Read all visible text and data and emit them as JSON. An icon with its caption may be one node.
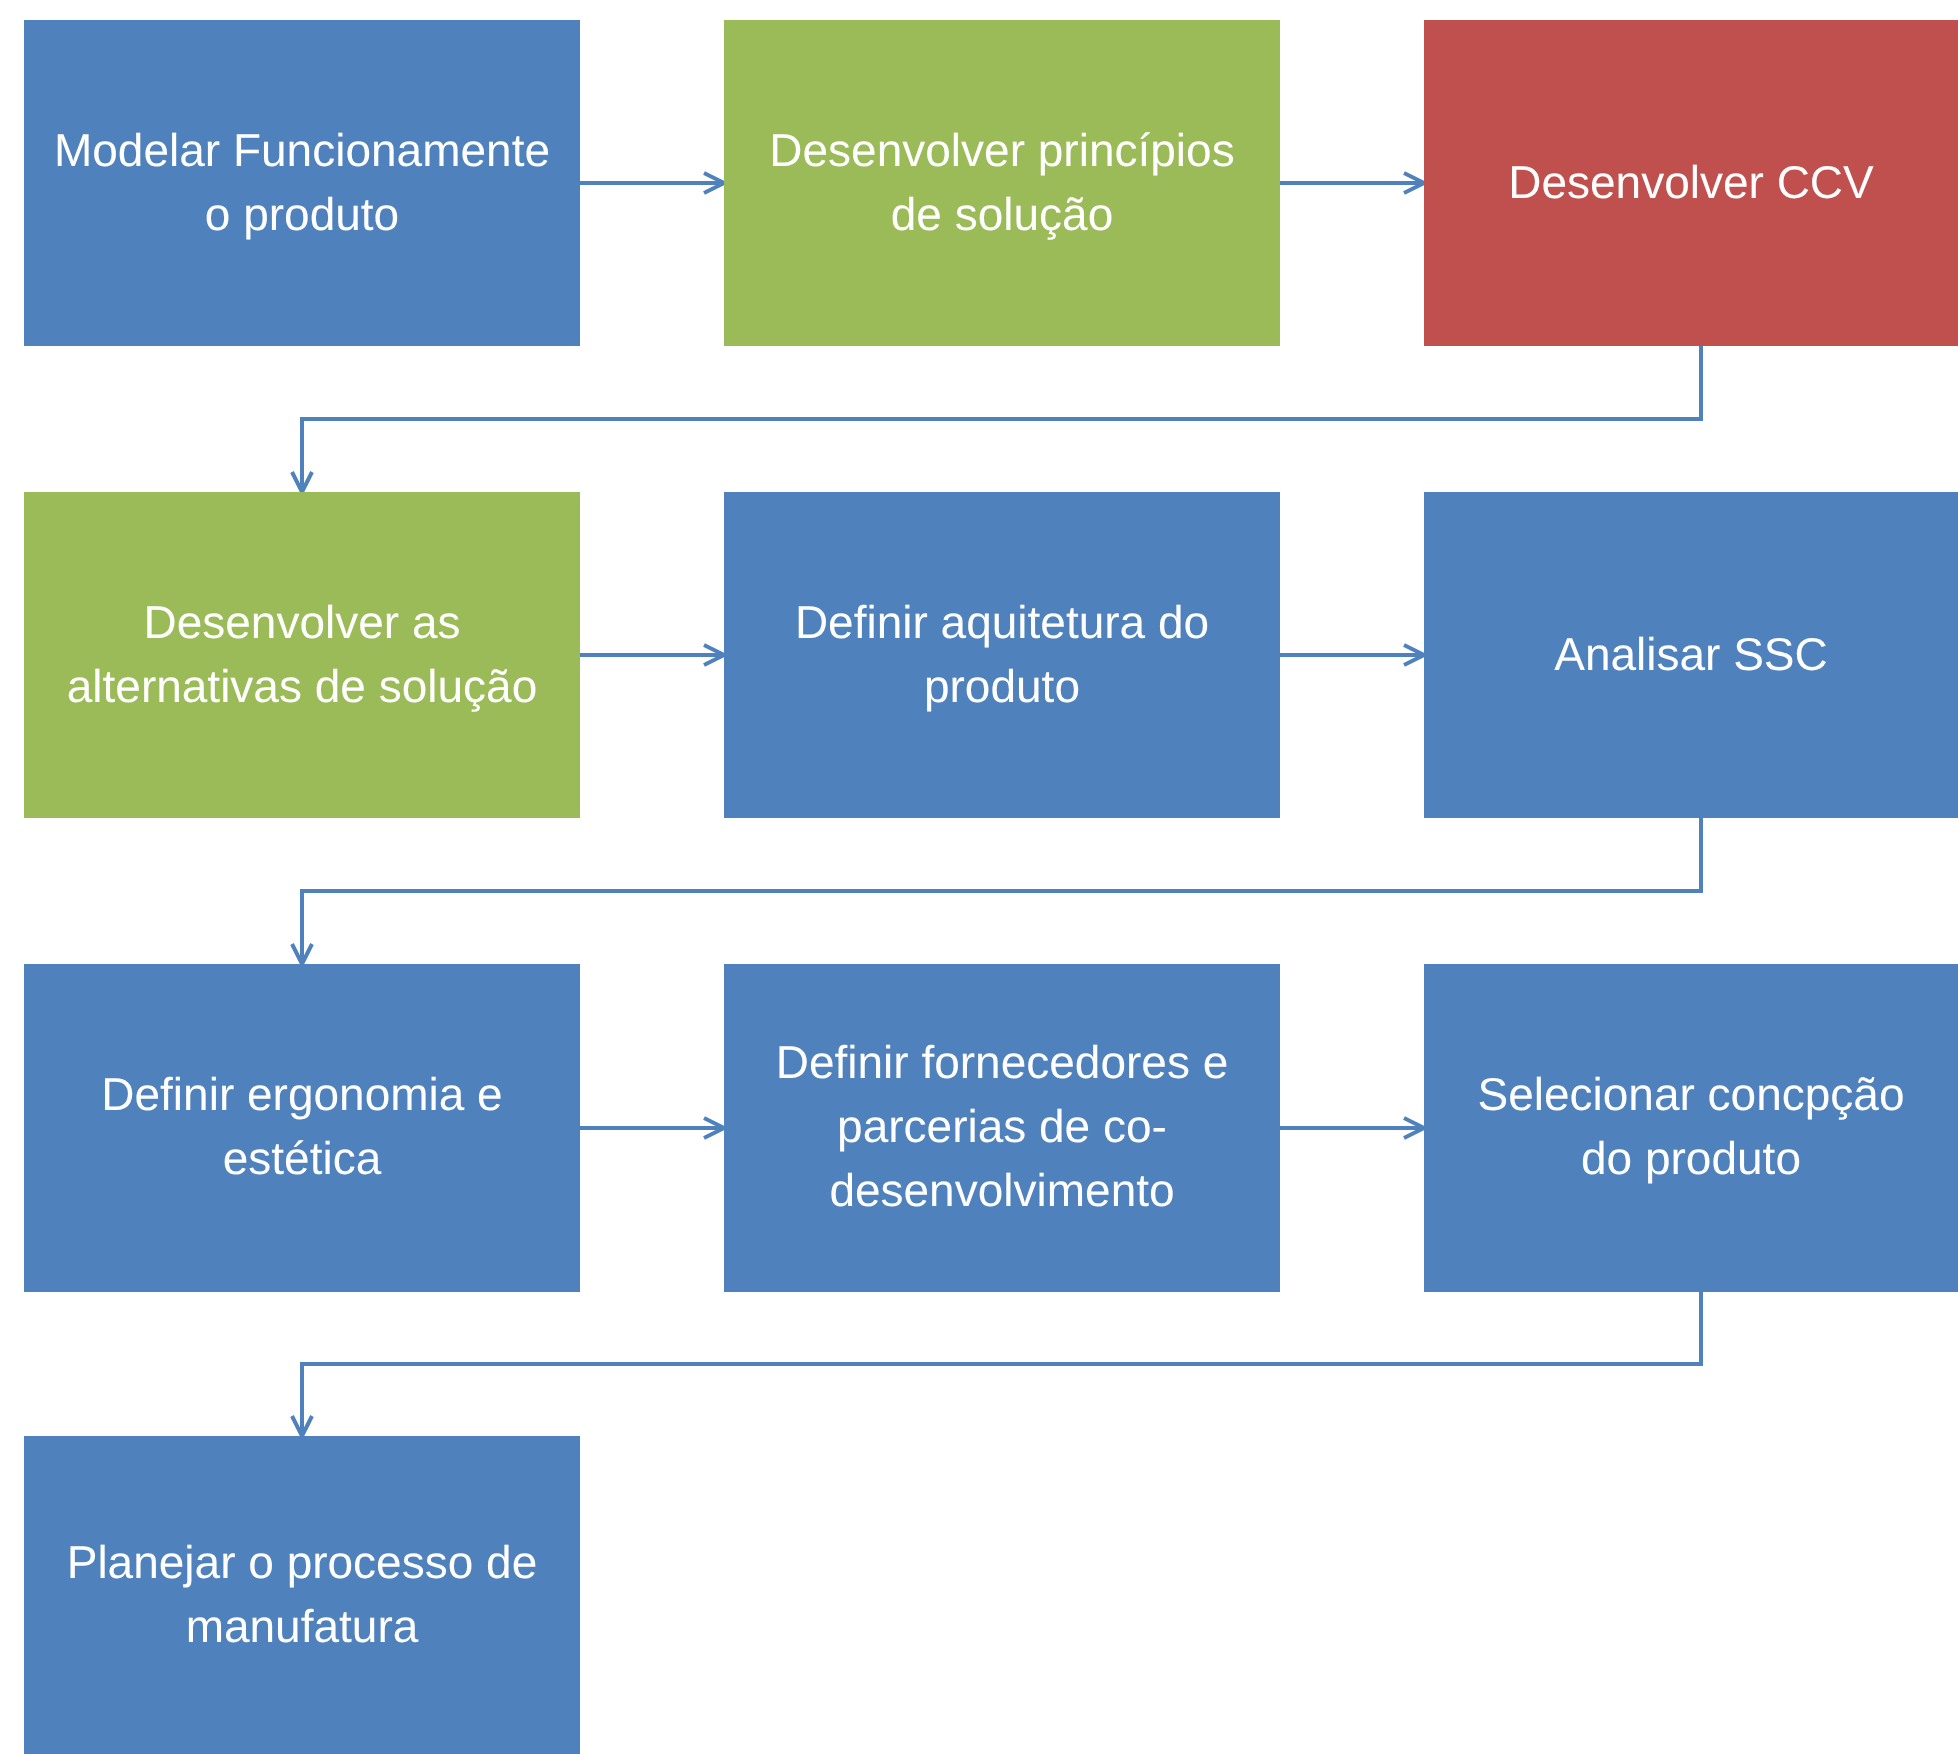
{
  "diagram": {
    "nodes": [
      {
        "text": [
          "Modelar Funcionamente o produto"
        ]
      },
      {
        "text": [
          "Desenvolver princípios de solução"
        ]
      },
      {
        "text": [
          "Desenvolver CCV"
        ]
      },
      {
        "text": [
          "Desenvolver as alternativas de solução"
        ]
      },
      {
        "text": [
          "Definir aquitetura do produto"
        ]
      },
      {
        "text": [
          "Analisar SSC"
        ]
      },
      {
        "text": [
          "Definir ergonomia e estética"
        ]
      },
      {
        "text": [
          "Definir fornecedores e parcerias de co-desenvolvimento"
        ]
      },
      {
        "text": [
          "Selecionar concpção do produto"
        ]
      },
      {
        "text": [
          "Planejar o processo de manufatura"
        ]
      }
    ],
    "edges": [
      {
        "from": 0,
        "to": 1,
        "arrow": "to"
      },
      {
        "from": 1,
        "to": 2,
        "arrow": "to"
      },
      {
        "from": 2,
        "to": 3,
        "arrow": "to"
      },
      {
        "from": 3,
        "to": 4,
        "arrow": "to"
      },
      {
        "from": 4,
        "to": 5,
        "arrow": "to"
      },
      {
        "from": 5,
        "to": 6,
        "arrow": "to"
      },
      {
        "from": 6,
        "to": 7,
        "arrow": "to"
      },
      {
        "from": 7,
        "to": 8,
        "arrow": "to"
      },
      {
        "from": 8,
        "to": 9,
        "arrow": "to"
      }
    ]
  }
}
